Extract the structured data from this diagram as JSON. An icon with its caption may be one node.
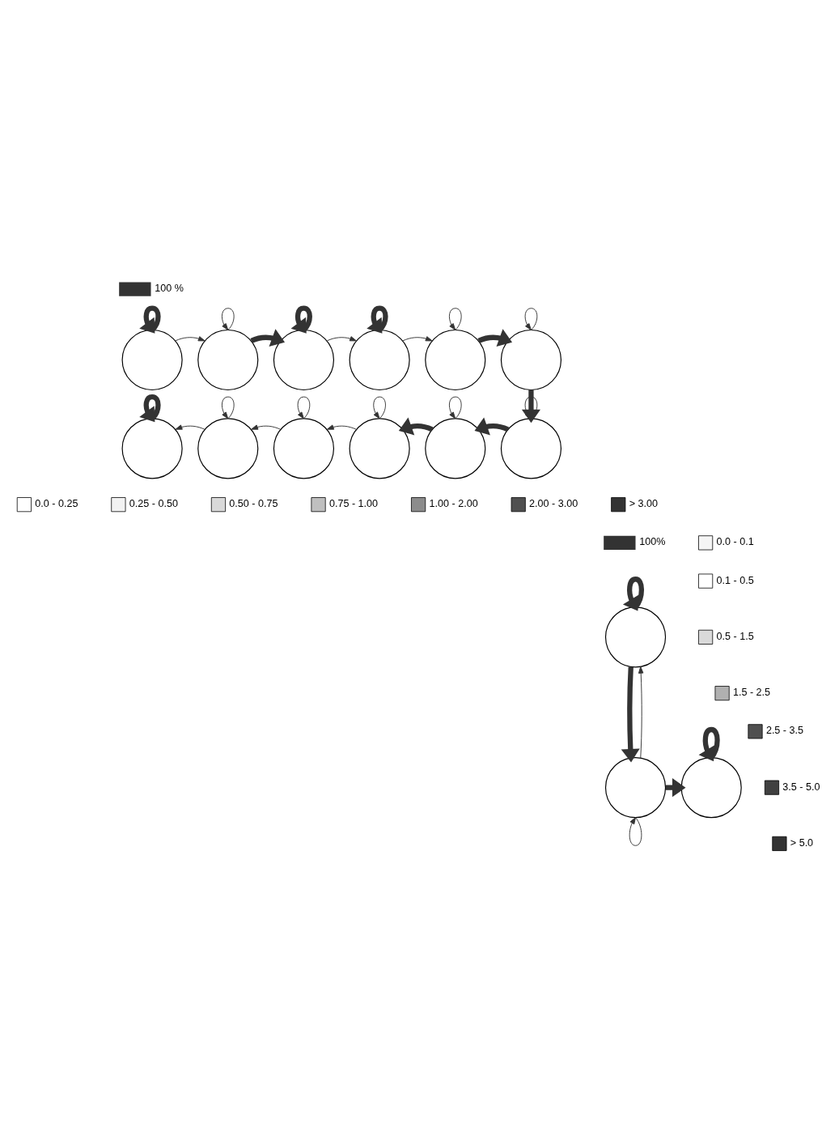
{
  "diagram": {
    "nodes": [
      {
        "text": [],
        "shape": "circle"
      },
      {
        "text": [],
        "shape": "circle"
      },
      {
        "text": [],
        "shape": "circle"
      },
      {
        "text": [],
        "shape": "circle"
      },
      {
        "text": [],
        "shape": "circle"
      },
      {
        "text": [],
        "shape": "circle"
      },
      {
        "text": [],
        "shape": "circle"
      },
      {
        "text": [],
        "shape": "circle"
      },
      {
        "text": [],
        "shape": "circle"
      },
      {
        "text": [],
        "shape": "circle"
      },
      {
        "text": [],
        "shape": "circle"
      },
      {
        "text": [],
        "shape": "circle"
      },
      {
        "text": [],
        "shape": "circle"
      },
      {
        "text": [],
        "shape": "circle"
      },
      {
        "text": [],
        "shape": "circle"
      }
    ],
    "edges": [
      {
        "from": 0,
        "to": 0,
        "arrow": "to",
        "style": "thick"
      },
      {
        "from": 1,
        "to": 1,
        "arrow": "to"
      },
      {
        "from": 2,
        "to": 2,
        "arrow": "to",
        "style": "thick"
      },
      {
        "from": 3,
        "to": 3,
        "arrow": "to",
        "style": "thick"
      },
      {
        "from": 4,
        "to": 4,
        "arrow": "to"
      },
      {
        "from": 5,
        "to": 5,
        "arrow": "to"
      },
      {
        "from": 0,
        "to": 1,
        "arrow": "to"
      },
      {
        "from": 1,
        "to": 2,
        "arrow": "to",
        "style": "thick"
      },
      {
        "from": 2,
        "to": 3,
        "arrow": "to"
      },
      {
        "from": 3,
        "to": 4,
        "arrow": "to"
      },
      {
        "from": 4,
        "to": 5,
        "arrow": "to",
        "style": "thick"
      },
      {
        "from": 5,
        "to": 6,
        "arrow": "to",
        "style": "thick"
      },
      {
        "from": 6,
        "to": 6,
        "arrow": "to"
      },
      {
        "from": 7,
        "to": 7,
        "arrow": "to"
      },
      {
        "from": 8,
        "to": 8,
        "arrow": "to"
      },
      {
        "from": 9,
        "to": 9,
        "arrow": "to"
      },
      {
        "from": 10,
        "to": 10,
        "arrow": "to"
      },
      {
        "from": 11,
        "to": 11,
        "arrow": "to",
        "style": "thick"
      },
      {
        "from": 6,
        "to": 7,
        "arrow": "to",
        "style": "thick"
      },
      {
        "from": 7,
        "to": 8,
        "arrow": "to",
        "style": "thick"
      },
      {
        "from": 8,
        "to": 9,
        "arrow": "to"
      },
      {
        "from": 9,
        "to": 10,
        "arrow": "to"
      },
      {
        "from": 10,
        "to": 11,
        "arrow": "to"
      },
      {
        "from": 12,
        "to": 12,
        "arrow": "to",
        "style": "thick"
      },
      {
        "from": 12,
        "to": 13,
        "arrow": "to",
        "style": "thick"
      },
      {
        "from": 13,
        "to": 12,
        "arrow": "to"
      },
      {
        "from": 13,
        "to": 13,
        "arrow": "to"
      },
      {
        "from": 13,
        "to": 14,
        "arrow": "to",
        "style": "thick"
      },
      {
        "from": 14,
        "to": 14,
        "arrow": "to",
        "style": "thick"
      }
    ],
    "legend": [
      {
        "text": "100 %"
      },
      {
        "text": "0.0 - 0.25",
        "color": "#ffffff"
      },
      {
        "text": "0.25 - 0.50",
        "color": "#f2f2f2"
      },
      {
        "text": "0.50 - 0.75",
        "color": "#d9d9d9"
      },
      {
        "text": "0.75 - 1.00",
        "color": "#bfbfbf"
      },
      {
        "text": "1.00 - 2.00",
        "color": "#8c8c8c"
      },
      {
        "text": "2.00 - 3.00",
        "color": "#505050"
      },
      {
        "text": "> 3.00",
        "color": "#333333"
      },
      {
        "text": "100%"
      },
      {
        "text": "0.0 - 0.1",
        "color": "#f5f5f5"
      },
      {
        "text": "0.1 - 0.5",
        "color": "#ffffff"
      },
      {
        "text": "0.5 - 1.5",
        "color": "#d9d9d9"
      },
      {
        "text": "1.5 - 2.5",
        "color": "#b0b0b0"
      },
      {
        "text": "2.5 - 3.5",
        "color": "#505050"
      },
      {
        "text": "3.5 - 5.0",
        "color": "#404040"
      },
      {
        "text": "> 5.0",
        "color": "#333333"
      }
    ]
  }
}
